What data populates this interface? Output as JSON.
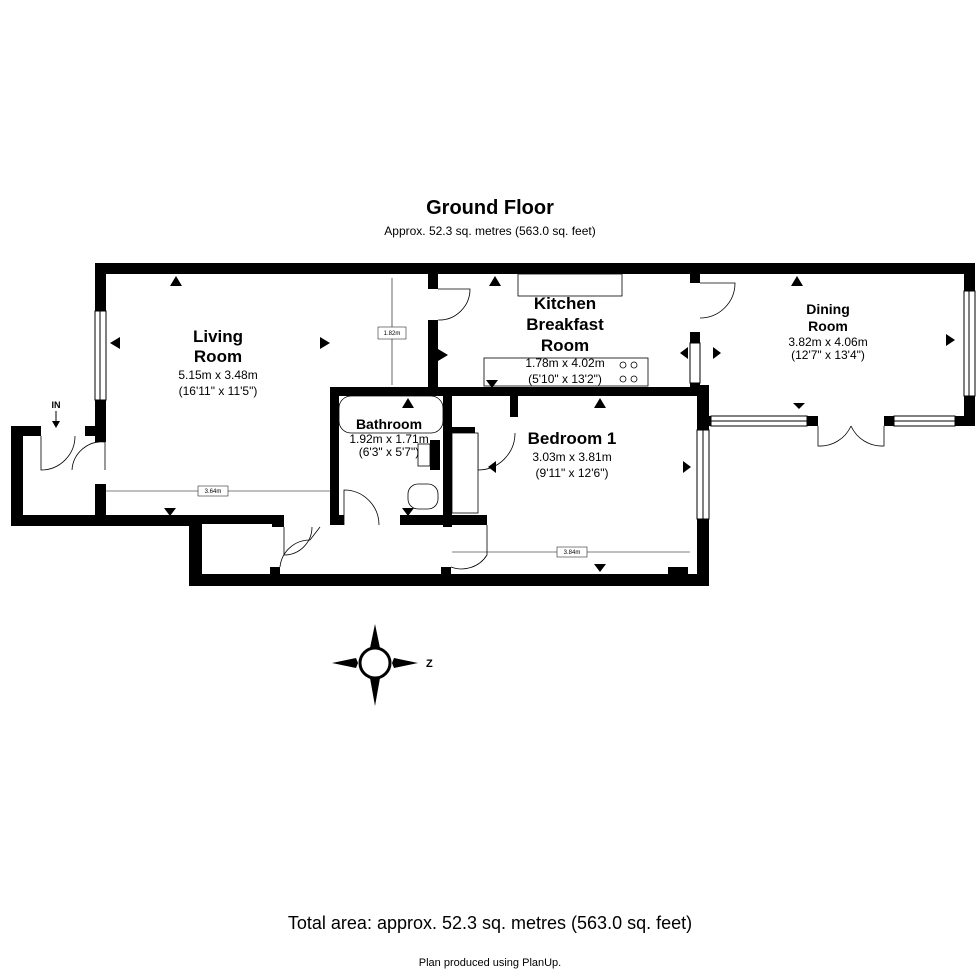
{
  "plan": {
    "title": "Ground Floor",
    "subtitle": "Approx. 52.3 sq. metres (563.0 sq. feet)",
    "total_area": "Total area: approx. 52.3 sq. metres (563.0 sq. feet)",
    "produced_by": "Plan produced using PlanUp.",
    "entrance_label": "IN",
    "compass_label": "Z"
  },
  "rooms": {
    "living": {
      "name_line1": "Living",
      "name_line2": "Room",
      "metric": "5.15m x 3.48m",
      "imperial": "(16'11\" x 11'5\")"
    },
    "kitchen": {
      "name_line1": "Kitchen",
      "name_line2": "Breakfast",
      "name_line3": "Room",
      "metric": "1.78m x 4.02m",
      "imperial": "(5'10\" x 13'2\")"
    },
    "dining": {
      "name_line1": "Dining",
      "name_line2": "Room",
      "metric": "3.82m x 4.06m",
      "imperial": "(12'7\" x 13'4\")"
    },
    "bathroom": {
      "name": "Bathroom",
      "metric": "1.92m x 1.71m",
      "imperial": "(6'3\" x 5'7\")"
    },
    "bedroom": {
      "name": "Bedroom 1",
      "metric": "3.03m x 3.81m",
      "imperial": "(9'11\" x 12'6\")"
    }
  },
  "measure_lines": {
    "vertical_182": "1.82m",
    "hall_364": "3.64m",
    "corridor_384": "3.84m"
  }
}
